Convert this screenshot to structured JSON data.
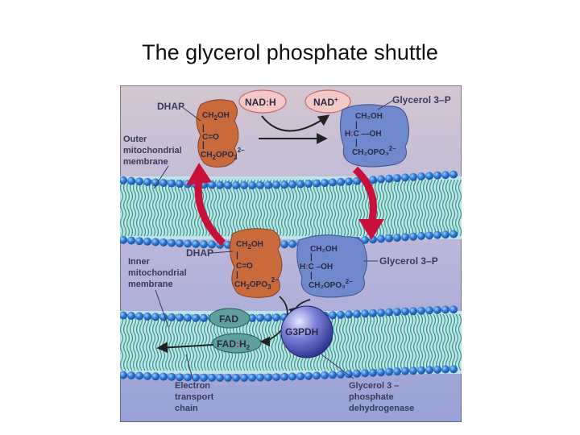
{
  "title": "The glycerol phosphate shuttle",
  "labels": {
    "dhap": "DHAP",
    "glycerol_3p": "Glycerol 3–P",
    "outer_membrane": [
      "Outer",
      "mitochondrial",
      "membrane"
    ],
    "inner_membrane": [
      "Inner",
      "mitochondrial",
      "membrane"
    ],
    "electron_transport": [
      "Electron",
      "transport",
      "chain"
    ],
    "enzyme_name": [
      "Glycerol 3 –",
      "phosphate",
      "dehydrogenase"
    ]
  },
  "cofactors": {
    "nadh_left": "NAD",
    "nadh_colon": ":",
    "nadh_right": "H",
    "nad_plus": "NAD",
    "nad_plus_charge": "+",
    "fad": "FAD",
    "fadh2_left": "FAD",
    "fadh2_colon": ":",
    "fadh2_right": "H",
    "fadh2_sub": "2",
    "enzyme": "G3PDH"
  },
  "molecules": {
    "dhap_lines": [
      "CH",
      "2",
      "OH",
      "C=O",
      "CH",
      "2",
      "OPO",
      "3",
      "2–"
    ],
    "g3p_row1": "CH₂OH",
    "g3p_row2_h": "H",
    "g3p_row2_colon": ":",
    "g3p_row2_c": "C",
    "g3p_row2_oh": "OH",
    "g3p_row3": "CH₂OPO₃",
    "g3p_row3_charge": "2–"
  },
  "colors": {
    "panel_top": "#cfc3cf",
    "panel_bottom": "#9aa2d6",
    "membrane_bead": "#2e6fc9",
    "membrane_tail": "#2aa58a",
    "dhap_fill": "#c96a3c",
    "g3p_fill": "#6f89cc",
    "arrow_red": "#c8103a",
    "nad_fill": "#f2c9c6",
    "fad_fill": "#5fa09a",
    "enzyme_fill": "#6a6fc8"
  }
}
